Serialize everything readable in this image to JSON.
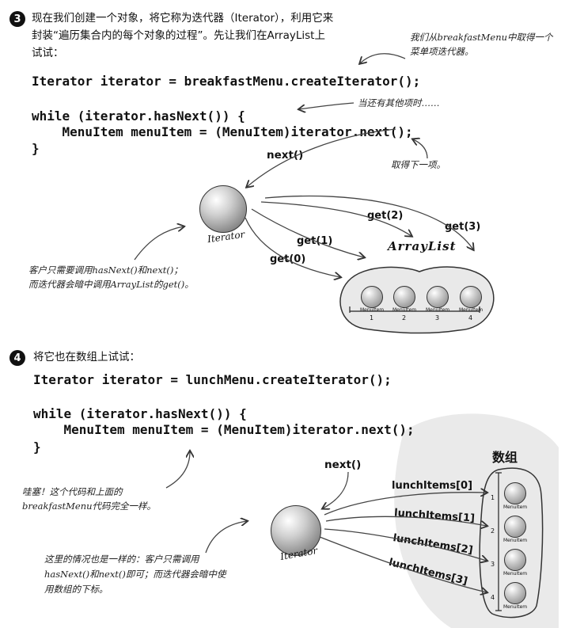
{
  "section3": {
    "number": "3",
    "intro_line1": "现在我们创建一个对象，将它称为迭代器（Iterator），利用它来",
    "intro_line2": "封装“遍历集合内的每个对象的过程”。先让我们在ArrayList上",
    "intro_line3": "试试：",
    "code_line1": "Iterator iterator = breakfastMenu.createIterator();",
    "code_line2": "while (iterator.hasNext()) {",
    "code_line3": "    MenuItem menuItem = (MenuItem)iterator.next();",
    "code_line4": "}",
    "note_top_line1": "我们从breakfastMenu中取得一个",
    "note_top_line2": "菜单项迭代器。",
    "note_while": "当还有其他项时……",
    "note_next": "取得下一项。",
    "note_client_line1": "客户只需要调用hasNext()和next()；",
    "note_client_line2": "而迭代器会暗中调用ArrayList的get()。",
    "iterator_label": "Iterator",
    "next_label": "next()",
    "get_labels": [
      "get(0)",
      "get(1)",
      "get(2)",
      "get(3)"
    ],
    "arraylist_title": "ArrayList",
    "item_labels": [
      "MenuItem",
      "MenuItem",
      "MenuItem",
      "MenuItem"
    ],
    "item_indices": [
      "1",
      "2",
      "3",
      "4"
    ]
  },
  "section4": {
    "number": "4",
    "intro": "将它也在数组上试试：",
    "code_line1": "Iterator iterator = lunchMenu.createIterator();",
    "code_line2": "while (iterator.hasNext()) {",
    "code_line3": "    MenuItem menuItem = (MenuItem)iterator.next();",
    "code_line4": "}",
    "note_wow_line1": "哇塞！这个代码和上面的",
    "note_wow_line2": "breakfastMenu代码完全一样。",
    "note_same_line1": "这里的情况也是一样的：客户只需调用",
    "note_same_line2": "hasNext()和next()即可；而迭代器会暗中使",
    "note_same_line3": "用数组的下标。",
    "iterator_label": "Iterator",
    "next_label": "next()",
    "array_title": "数组",
    "lunch_labels": [
      "lunchItems[0]",
      "lunchItems[1]",
      "lunchItems[2]",
      "lunchItems[3]"
    ],
    "item_labels": [
      "MenuItem",
      "MenuItem",
      "MenuItem",
      "MenuItem"
    ],
    "item_indices": [
      "1",
      "2",
      "3",
      "4"
    ]
  }
}
